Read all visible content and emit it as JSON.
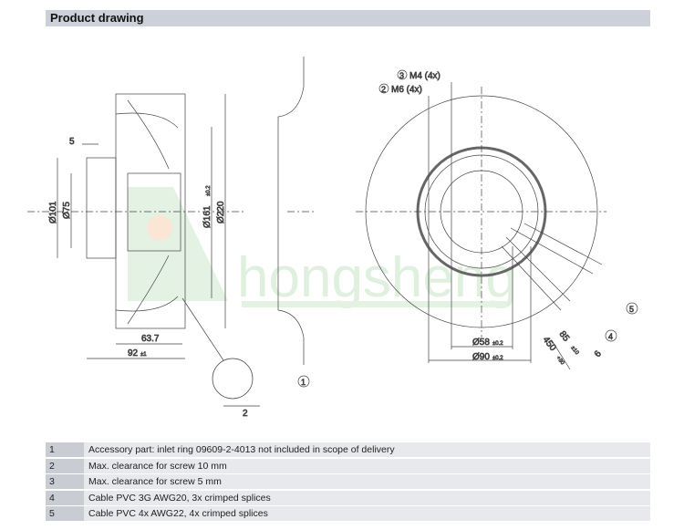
{
  "header": {
    "title": "Product drawing"
  },
  "drawing": {
    "dims": {
      "d5": "5",
      "d101": "Ø101",
      "d75": "Ø75",
      "d161": "Ø161",
      "d161_tol": "±0.2",
      "d220": "Ø220",
      "d637": "63.7",
      "d92": "92",
      "d92_tol": "±1",
      "d2": "2",
      "m4": "M4 (4x)",
      "m6": "M6 (4x)",
      "d58": "Ø58",
      "d58_tol": "±0.2",
      "d90": "Ø90",
      "d90_tol": "±0.2",
      "d85": "85",
      "d85_tol": "±10",
      "d450": "450",
      "d450_tol": "+30",
      "d6": "6"
    },
    "callouts": [
      "1",
      "2",
      "3",
      "4",
      "5"
    ],
    "watermark": "hongsheng"
  },
  "notes": [
    {
      "num": "1",
      "text": "Accessory part: inlet ring 09609-2-4013 not included in scope of delivery"
    },
    {
      "num": "2",
      "text": "Max. clearance for screw 10 mm"
    },
    {
      "num": "3",
      "text": "Max. clearance for screw 5 mm"
    },
    {
      "num": "4",
      "text": "Cable PVC 3G AWG20, 3x crimped splices"
    },
    {
      "num": "5",
      "text": "Cable PVC 4x AWG22, 4x crimped splices"
    }
  ]
}
